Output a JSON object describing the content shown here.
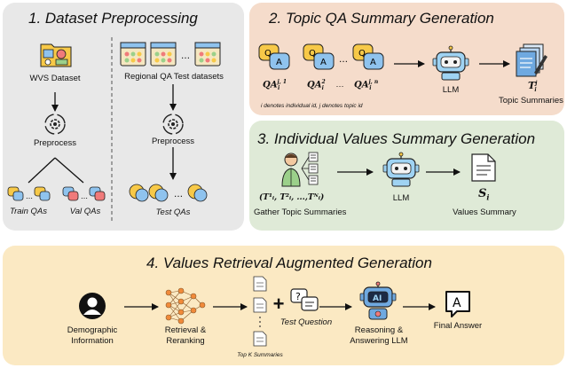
{
  "panel1": {
    "title": "1. Dataset Preprocessing",
    "wvs_label": "WVS Dataset",
    "regional_label": "Regional QA Test datasets",
    "preprocess_left": "Preprocess",
    "preprocess_right": "Preprocess",
    "train_label": "Train QAs",
    "val_label": "Val QAs",
    "test_label": "Test QAs",
    "dots": "…"
  },
  "panel2": {
    "title": "2. Topic QA Summary Generation",
    "qa_labels": [
      "QA",
      "QA",
      "QA"
    ],
    "qa_sups": [
      "j, 1",
      "2",
      "j, n"
    ],
    "qa_sub": "i",
    "dots": "…",
    "llm_label": "LLM",
    "summaries_label": "Topic Summaries",
    "t_symbol": "T",
    "t_sup": "j",
    "t_sub": "i",
    "note": "i denotes  individual id, j denotes topic id"
  },
  "panel3": {
    "title": "3. Individual Values Summary Generation",
    "tuple_label": "(T¹ᵢ, T²ᵢ, ...,Tᴺᵢ)",
    "gather_label": "Gather Topic Summaries",
    "llm_label": "LLM",
    "s_symbol": "S",
    "s_sub": "i",
    "values_label": "Values Summary"
  },
  "panel4": {
    "title": "4. Values Retrieval Augmented Generation",
    "demo_line1": "Demographic",
    "demo_line2": "Information",
    "retr_line1": "Retrieval &",
    "retr_line2": "Reranking",
    "topk_label": "Top K Summaries",
    "plus": "+",
    "test_question": "Test Question",
    "ai_label": "AI",
    "reason_line1": "Reasoning &",
    "reason_line2": "Answering LLM",
    "final_label": "Final Answer",
    "answer_glyph": "A"
  },
  "colors": {
    "panel1_bg": "#e8e8e8",
    "panel2_bg": "#f5dccb",
    "panel3_bg": "#dfead7",
    "panel4_bg": "#fbe9c3",
    "bubble_yellow": "#f7c948",
    "bubble_blue": "#8fc3ee",
    "bubble_red": "#f07a7a",
    "robot_blue": "#9fd3f3"
  }
}
